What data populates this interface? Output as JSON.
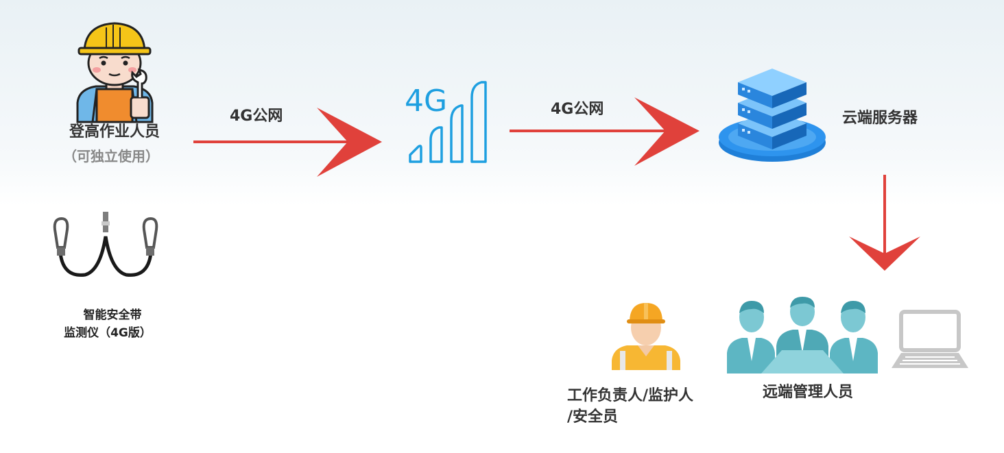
{
  "nodes": {
    "worker": {
      "label": "登高作业人员",
      "sublabel": "（可独立使用）"
    },
    "belt_monitor": {
      "line1": "智能安全带",
      "line2": "监测仪（4G版）"
    },
    "signal": {
      "icon_text": "4G"
    },
    "server": {
      "label": "云端服务器"
    },
    "supervisor": {
      "line1": "工作负责人/监护人",
      "line2": "/安全员"
    },
    "remote_team": {
      "label": "远端管理人员"
    }
  },
  "edges": {
    "worker_to_signal": {
      "label": "4G公网"
    },
    "signal_to_server": {
      "label": "4G公网"
    }
  },
  "colors": {
    "arrow": "#e0413b",
    "signal": "#1e9fe0",
    "server": "#2a8fe6",
    "team": "#5db6c3",
    "helmet": "#f5a623",
    "laptop": "#c7c7c7"
  }
}
